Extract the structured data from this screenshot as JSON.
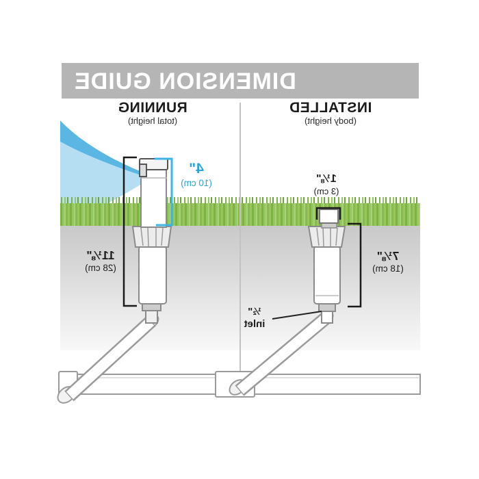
{
  "banner": {
    "title": "DIMENSION GUIDE"
  },
  "sections": {
    "running": {
      "title": "RUNNING",
      "subtitle": "(total height)"
    },
    "installed": {
      "title": "INSTALLED",
      "subtitle": "(body height)"
    }
  },
  "dims": {
    "popup": {
      "value": "4\"",
      "metric": "(10 cm)"
    },
    "total": {
      "value": "11⅛\"",
      "metric": "(28 cm)"
    },
    "exposed": {
      "value": "1⅛\"",
      "metric": "(3 cm)"
    },
    "body": {
      "value": "7⅛\"",
      "metric": "(18 cm)"
    },
    "inlet": {
      "value": "½\"",
      "label": "inlet"
    }
  },
  "colors": {
    "banner_gray": "#b5b5b5",
    "accent_blue": "#2ba3d8",
    "bracket_blue": "#3cb4e5",
    "grass_green": "#7cb342",
    "spray_dark": "#5ab6e2",
    "spray_light": "#b5def2"
  }
}
